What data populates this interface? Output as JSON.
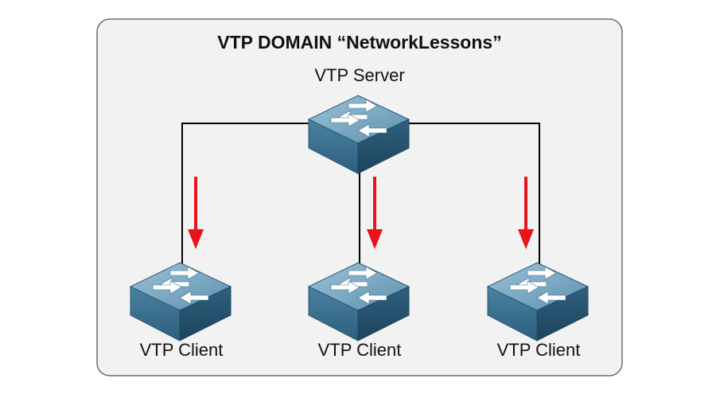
{
  "diagram": {
    "title": "VTP DOMAIN “NetworkLessons”",
    "server": {
      "label": "VTP Server",
      "icon": "switch-icon"
    },
    "clients": [
      {
        "label": "VTP Client",
        "icon": "switch-icon"
      },
      {
        "label": "VTP Client",
        "icon": "switch-icon"
      },
      {
        "label": "VTP Client",
        "icon": "switch-icon"
      }
    ],
    "colors": {
      "domain_fill": "#f2f2f2",
      "domain_border": "#6e6e6e",
      "link": "#000000",
      "arrow": "#e8131b",
      "switch_top": "#78a7c2",
      "switch_front": "#3b6f8e",
      "switch_side": "#23506b",
      "switch_arrows": "#ffffff"
    }
  }
}
